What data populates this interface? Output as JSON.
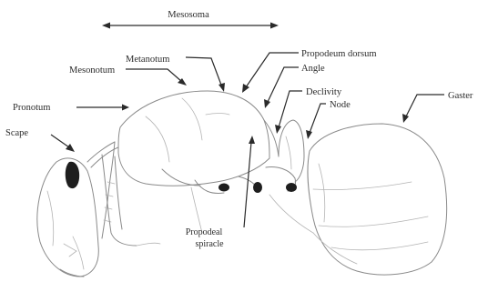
{
  "labels": {
    "mesosoma": "Mesosoma",
    "metanotum": "Metanotum",
    "mesonotum": "Mesonotum",
    "pronotum": "Pronotum",
    "scape": "Scape",
    "propodeum_dorsum": "Propodeum dorsum",
    "angle": "Angle",
    "declivity": "Declivity",
    "node": "Node",
    "gaster": "Gaster",
    "propodeal_spiracle_line1": "Propodeal",
    "propodeal_spiracle_line2": "spiracle"
  },
  "colors": {
    "outline": "#8a8a8a",
    "text": "#2c2c2c",
    "leader": "#2a2a2a",
    "eye": "#1e1e1e",
    "background": "#ffffff"
  }
}
